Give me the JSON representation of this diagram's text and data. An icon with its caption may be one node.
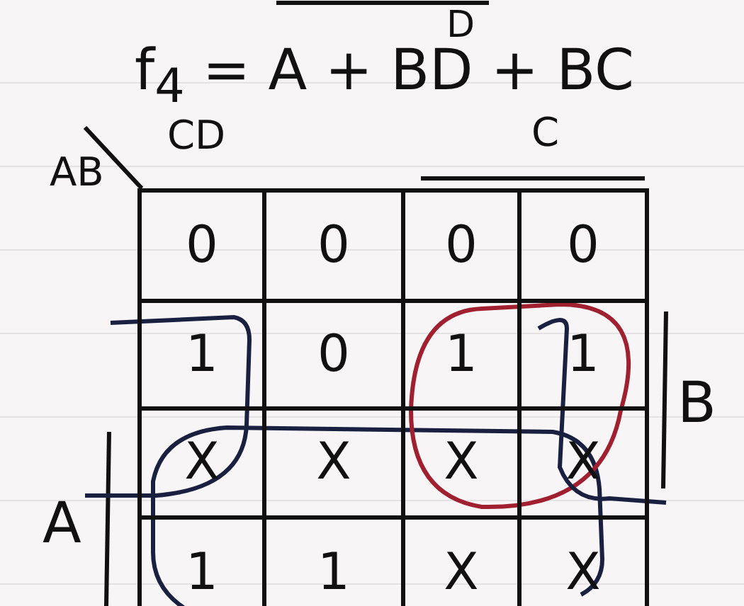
{
  "diagram": {
    "title": "f$_{4}$ = A + BD + BC",
    "labels": [
      "D",
      "CD",
      "AB",
      "C",
      "0",
      "0",
      "0",
      "0",
      "1",
      "0",
      "1",
      "1",
      "X",
      "X",
      "X",
      "X",
      "1",
      "1",
      "X",
      "X",
      "B",
      "A"
    ]
  }
}
